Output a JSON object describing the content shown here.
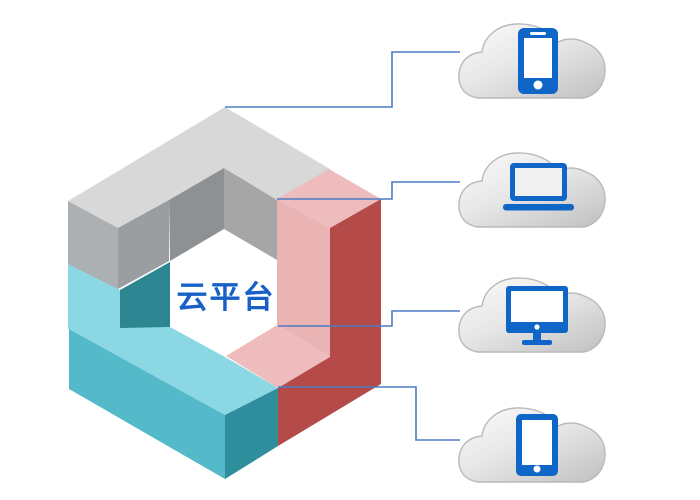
{
  "center_label": {
    "text": "云平台"
  },
  "hexagon": {
    "description-note": "isometric hollow hexagon made of three chevron blocks",
    "segments": [
      {
        "name": "gray-segment",
        "position": "top"
      },
      {
        "name": "red-segment",
        "position": "right"
      },
      {
        "name": "teal-segment",
        "position": "bottom-left"
      }
    ]
  },
  "clouds": {
    "items": [
      {
        "icon": "smartphone-icon"
      },
      {
        "icon": "laptop-icon"
      },
      {
        "icon": "desktop-monitor-icon"
      },
      {
        "icon": "tablet-icon"
      }
    ]
  },
  "colors": {
    "gray-top": "#d8d8d8",
    "gray-corner": "#adb0b3",
    "gray-cut": "#9b9ea1",
    "gray-wall-left": "#8e9194",
    "gray-wall-right": "#a6a6a6",
    "pink-top": "#eebcbc",
    "pink-front": "#e9aeae",
    "red-side": "#b54b49",
    "teal-top": "#8bd8e4",
    "teal-front-sw": "#54b9c8",
    "teal-front-se": "#2f8e9c",
    "teal-wall": "#2c8793",
    "connector": "#4d7cc2",
    "icon": "#1066c6",
    "label": "#1660c8",
    "cloud-light": "#fbfbfb",
    "cloud-mid": "#e7e7e7",
    "cloud-dark": "#c5c5c5",
    "cloud-border": "#b9b9b9"
  }
}
